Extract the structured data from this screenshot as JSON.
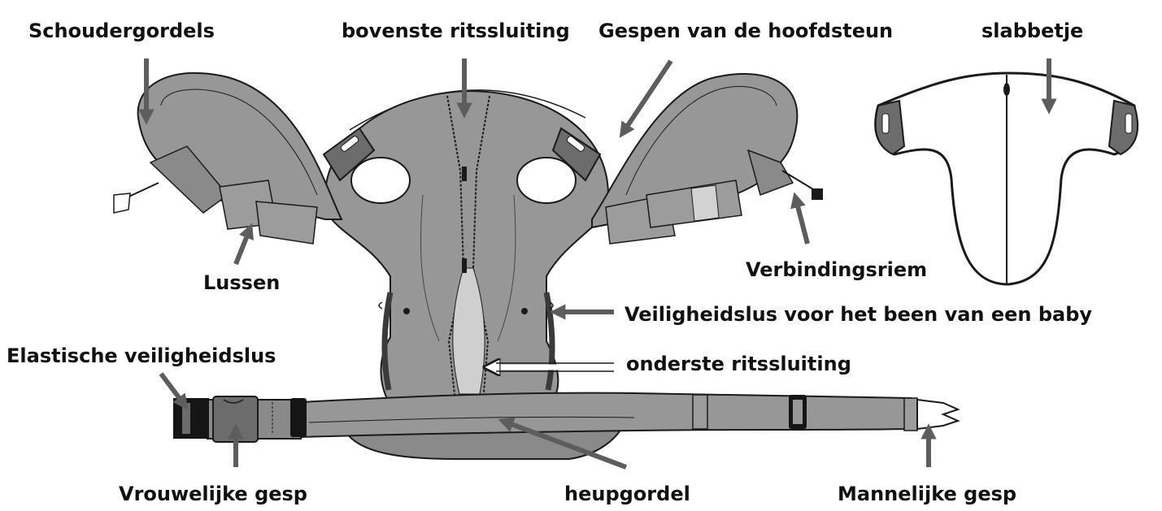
{
  "labels": {
    "shoulder_straps": "Schoudergordels",
    "upper_zipper": "bovenste ritssluiting",
    "headrest_buckles": "Gespen van de hoofdsteun",
    "bib": "slabbetje",
    "loops": "Lussen",
    "connecting_strap": "Verbindingsriem",
    "leg_safety_loop": "Veiligheidslus voor het been van een baby",
    "elastic_safety_loop": "Elastische veiligheidslus",
    "lower_zipper": "onderste ritssluiting",
    "female_buckle": "Vrouwelijke gesp",
    "hip_belt": "heupgordel",
    "male_buckle": "Mannelijke gesp"
  },
  "colors": {
    "fabric": "#979797",
    "fabric_dark": "#6c6c6c",
    "outline": "#1a1a1a",
    "arrow": "#5d5d5d",
    "buckle_black": "#151515",
    "bib_fill": "#ffffff"
  }
}
